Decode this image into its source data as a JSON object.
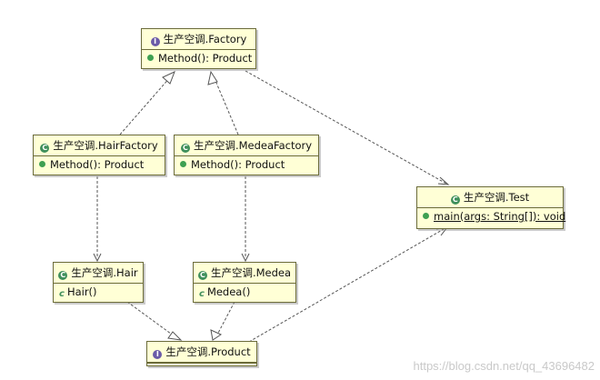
{
  "classes": {
    "factory": {
      "name": "生产空调.Factory",
      "kind": "interface",
      "members": [
        "Method(): Product"
      ]
    },
    "hair_factory": {
      "name": "生产空调.HairFactory",
      "kind": "class",
      "members": [
        "Method(): Product"
      ]
    },
    "medea_factory": {
      "name": "生产空调.MedeaFactory",
      "kind": "class",
      "members": [
        "Method(): Product"
      ]
    },
    "test": {
      "name": "生产空调.Test",
      "kind": "class",
      "members": [
        "main(args: String[]): void"
      ]
    },
    "hair": {
      "name": "生产空调.Hair",
      "kind": "class",
      "members": [
        "Hair()"
      ]
    },
    "medea": {
      "name": "生产空调.Medea",
      "kind": "class",
      "members": [
        "Medea()"
      ]
    },
    "product": {
      "name": "生产空调.Product",
      "kind": "interface",
      "members": []
    }
  },
  "relations": [
    {
      "from": "hair_factory",
      "to": "factory",
      "type": "realization"
    },
    {
      "from": "medea_factory",
      "to": "factory",
      "type": "realization"
    },
    {
      "from": "factory",
      "to": "test",
      "type": "dependency"
    },
    {
      "from": "hair_factory",
      "to": "hair",
      "type": "dependency"
    },
    {
      "from": "medea_factory",
      "to": "medea",
      "type": "dependency"
    },
    {
      "from": "product",
      "to": "test",
      "type": "dependency"
    },
    {
      "from": "hair",
      "to": "product",
      "type": "realization"
    },
    {
      "from": "medea",
      "to": "product",
      "type": "realization"
    }
  ],
  "icons": {
    "interface": "interface-icon",
    "class": "class-icon",
    "method": "public-method-icon",
    "constructor": "constructor-icon"
  },
  "colors": {
    "box_fill": "#ffffd6",
    "box_border": "#6b6b3a",
    "line": "#555555",
    "watermark": "#c9c9c9"
  },
  "watermark": "https://blog.csdn.net/qq_43696482"
}
